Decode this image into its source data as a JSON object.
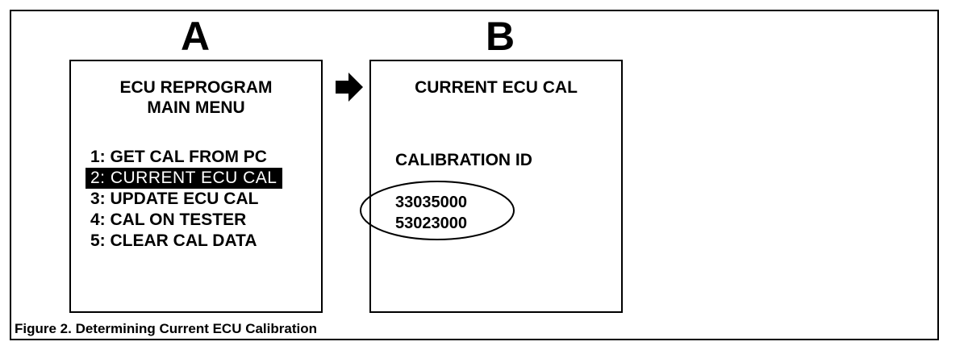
{
  "panels": {
    "a": {
      "letter": "A",
      "title_line_1": "ECU REPROGRAM",
      "title_line_2": "MAIN MENU",
      "menu": [
        "1: GET CAL FROM PC",
        "2: CURRENT ECU CAL",
        "3: UPDATE ECU CAL",
        "4: CAL ON TESTER",
        "5: CLEAR CAL DATA"
      ],
      "selected_index": 1
    },
    "b": {
      "letter": "B",
      "title": "CURRENT ECU CAL",
      "label": "CALIBRATION ID",
      "values": [
        "33035000",
        "53023000"
      ]
    }
  },
  "caption": "Figure 2. Determining Current ECU Calibration",
  "icons": {
    "arrow": "arrow-right-icon",
    "highlight": "ellipse-outline"
  },
  "colors": {
    "ink": "#000000",
    "paper": "#ffffff"
  }
}
